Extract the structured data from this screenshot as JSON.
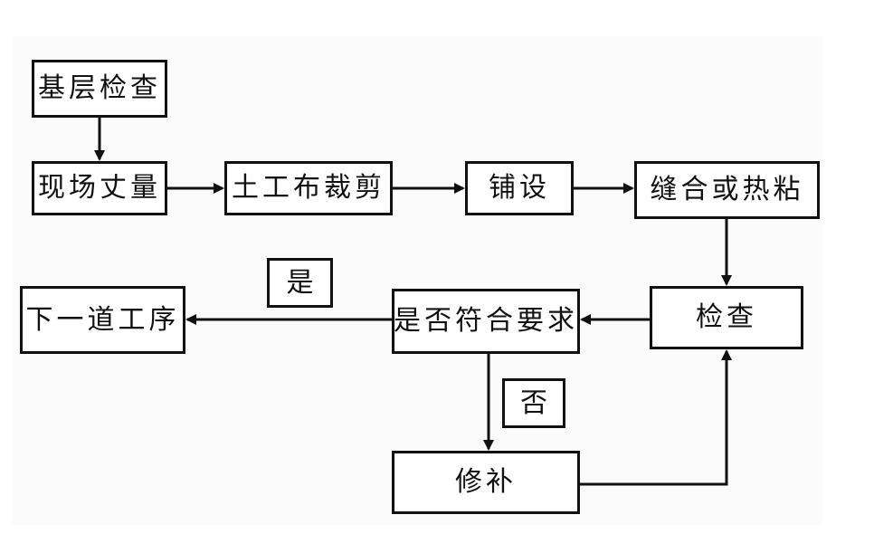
{
  "flowchart": {
    "nodes": {
      "inspect_base": "基层检查",
      "measure": "现场丈量",
      "cut": "土工布裁剪",
      "lay": "铺设",
      "seam": "缝合或热粘",
      "check": "检查",
      "decide": "是否符合要求",
      "next": "下一道工序",
      "repair": "修补"
    },
    "labels": {
      "yes": "是",
      "no": "否"
    },
    "edges": [
      {
        "from": "inspect_base",
        "to": "measure"
      },
      {
        "from": "measure",
        "to": "cut"
      },
      {
        "from": "cut",
        "to": "lay"
      },
      {
        "from": "lay",
        "to": "seam"
      },
      {
        "from": "seam",
        "to": "check"
      },
      {
        "from": "check",
        "to": "decide"
      },
      {
        "from": "decide",
        "to": "next",
        "label": "yes"
      },
      {
        "from": "decide",
        "to": "repair",
        "label": "no"
      },
      {
        "from": "repair",
        "to": "check"
      }
    ]
  }
}
